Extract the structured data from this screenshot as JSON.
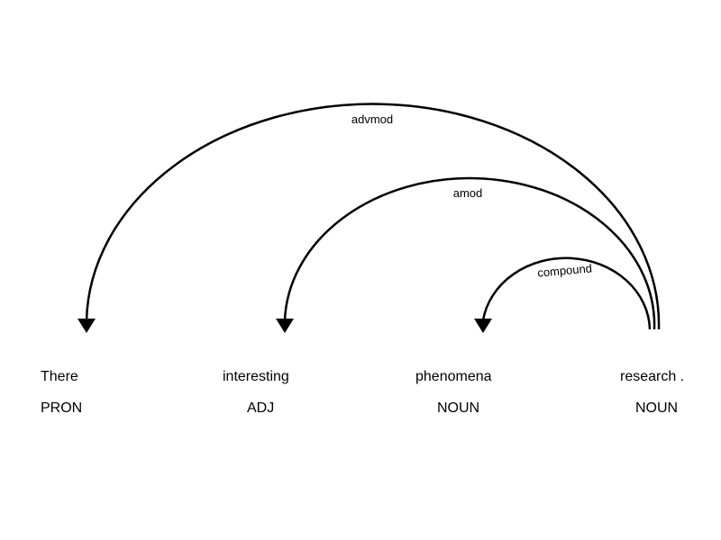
{
  "tokens": [
    {
      "text": "There",
      "tag": "PRON"
    },
    {
      "text": "interesting",
      "tag": "ADJ"
    },
    {
      "text": "phenomena",
      "tag": "NOUN"
    },
    {
      "text": "research .",
      "tag": "NOUN"
    }
  ],
  "arcs": [
    {
      "label": "advmod",
      "head_index": 3,
      "dependent_index": 0
    },
    {
      "label": "amod",
      "head_index": 3,
      "dependent_index": 1
    },
    {
      "label": "compound",
      "head_index": 3,
      "dependent_index": 2
    }
  ],
  "colors": {
    "ink": "#000000",
    "background": "#ffffff"
  }
}
